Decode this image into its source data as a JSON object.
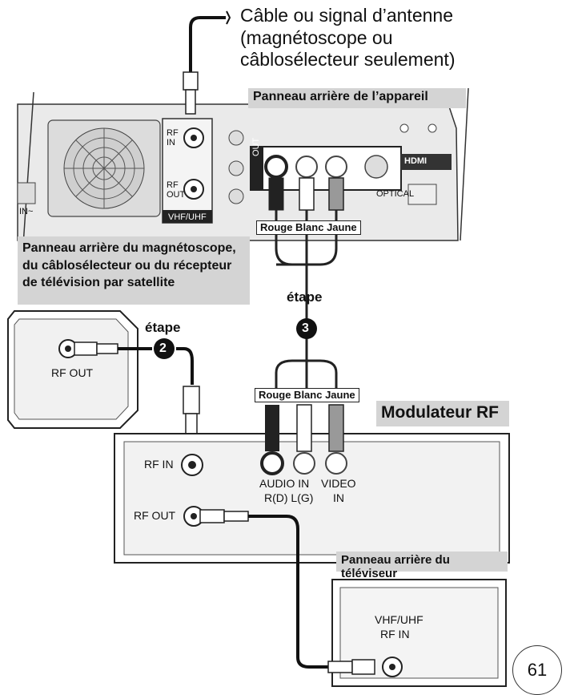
{
  "cable_signal": {
    "line1": "Câble ou signal d’antenne",
    "line2": "(magnétoscope ou",
    "line3": "câblosélecteur seulement)"
  },
  "unit_panel": {
    "title": "Panneau arrière de l’appareil",
    "rf_in": "RF\nIN",
    "rf_out": "RF\nOUT",
    "vhf_uhf": "VHF/UHF",
    "out": "OUT",
    "hdmi": "HDMI",
    "optical": "OPTICAL",
    "in_ac": "IN~"
  },
  "cable_labels": {
    "top": "Rouge Blanc Jaune",
    "bottom": "Rouge Blanc Jaune"
  },
  "vcr_panel": {
    "title_l1": "Panneau arrière du magnétoscope,",
    "title_l2": "du câblosélecteur ou du récepteur",
    "title_l3": "de télévision par satellite",
    "rf_out": "RF OUT"
  },
  "steps": {
    "step_word_a": "étape",
    "step_a_num": "2",
    "step_word_b": "étape",
    "step_b_num": "3"
  },
  "modulator": {
    "title": "Modulateur RF",
    "rf_in": "RF IN",
    "rf_out": "RF OUT",
    "audio_in": "AUDIO IN",
    "rd_lg": "R(D) L(G)",
    "video": "VIDEO",
    "video_in": "IN"
  },
  "tv_panel": {
    "title": "Panneau arrière du téléviseur",
    "vhf_uhf": "VHF/UHF",
    "rf_in": "RF IN"
  },
  "page_number": "61"
}
